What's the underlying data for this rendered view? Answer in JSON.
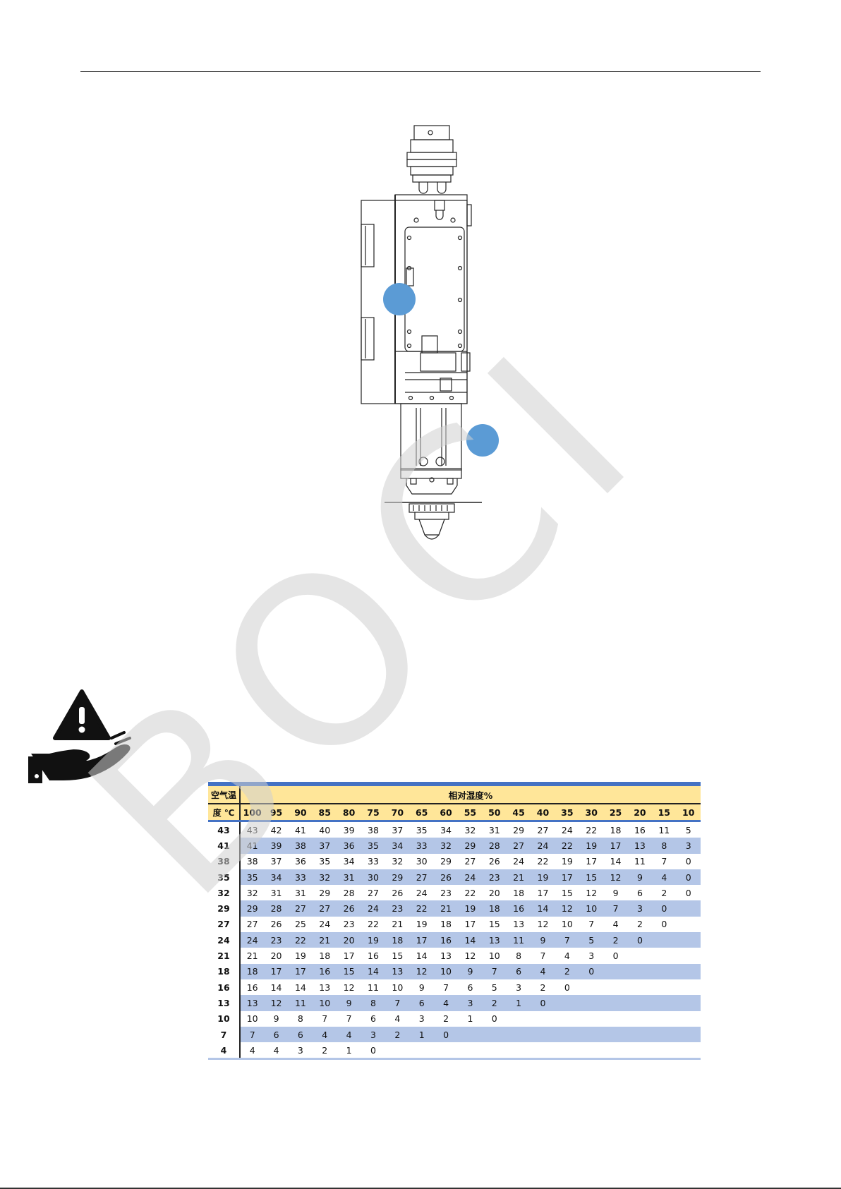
{
  "page": {
    "watermark_text": "BOCI"
  },
  "dew_table": {
    "corner_label_line1": "空气温",
    "corner_label_line2": "度 ℃",
    "header_title": "相对湿度%",
    "humidity_columns": [
      "100",
      "95",
      "90",
      "85",
      "80",
      "75",
      "70",
      "65",
      "60",
      "55",
      "50",
      "45",
      "40",
      "35",
      "30",
      "25",
      "20",
      "15",
      "10"
    ],
    "rows": [
      {
        "temp": "43",
        "values": [
          "43",
          "42",
          "41",
          "40",
          "39",
          "38",
          "37",
          "35",
          "34",
          "32",
          "31",
          "29",
          "27",
          "24",
          "22",
          "18",
          "16",
          "11",
          "5"
        ]
      },
      {
        "temp": "41",
        "values": [
          "41",
          "39",
          "38",
          "37",
          "36",
          "35",
          "34",
          "33",
          "32",
          "29",
          "28",
          "27",
          "24",
          "22",
          "19",
          "17",
          "13",
          "8",
          "3"
        ]
      },
      {
        "temp": "38",
        "values": [
          "38",
          "37",
          "36",
          "35",
          "34",
          "33",
          "32",
          "30",
          "29",
          "27",
          "26",
          "24",
          "22",
          "19",
          "17",
          "14",
          "11",
          "7",
          "0"
        ]
      },
      {
        "temp": "35",
        "values": [
          "35",
          "34",
          "33",
          "32",
          "31",
          "30",
          "29",
          "27",
          "26",
          "24",
          "23",
          "21",
          "19",
          "17",
          "15",
          "12",
          "9",
          "4",
          "0"
        ]
      },
      {
        "temp": "32",
        "values": [
          "32",
          "31",
          "31",
          "29",
          "28",
          "27",
          "26",
          "24",
          "23",
          "22",
          "20",
          "18",
          "17",
          "15",
          "12",
          "9",
          "6",
          "2",
          "0"
        ]
      },
      {
        "temp": "29",
        "values": [
          "29",
          "28",
          "27",
          "27",
          "26",
          "24",
          "23",
          "22",
          "21",
          "19",
          "18",
          "16",
          "14",
          "12",
          "10",
          "7",
          "3",
          "0",
          ""
        ]
      },
      {
        "temp": "27",
        "values": [
          "27",
          "26",
          "25",
          "24",
          "23",
          "22",
          "21",
          "19",
          "18",
          "17",
          "15",
          "13",
          "12",
          "10",
          "7",
          "4",
          "2",
          "0",
          ""
        ]
      },
      {
        "temp": "24",
        "values": [
          "24",
          "23",
          "22",
          "21",
          "20",
          "19",
          "18",
          "17",
          "16",
          "14",
          "13",
          "11",
          "9",
          "7",
          "5",
          "2",
          "0",
          "",
          ""
        ]
      },
      {
        "temp": "21",
        "values": [
          "21",
          "20",
          "19",
          "18",
          "17",
          "16",
          "15",
          "14",
          "13",
          "12",
          "10",
          "8",
          "7",
          "4",
          "3",
          "0",
          "",
          "",
          ""
        ]
      },
      {
        "temp": "18",
        "values": [
          "18",
          "17",
          "17",
          "16",
          "15",
          "14",
          "13",
          "12",
          "10",
          "9",
          "7",
          "6",
          "4",
          "2",
          "0",
          "",
          "",
          "",
          ""
        ]
      },
      {
        "temp": "16",
        "values": [
          "16",
          "14",
          "14",
          "13",
          "12",
          "11",
          "10",
          "9",
          "7",
          "6",
          "5",
          "3",
          "2",
          "0",
          "",
          "",
          "",
          "",
          ""
        ]
      },
      {
        "temp": "13",
        "values": [
          "13",
          "12",
          "11",
          "10",
          "9",
          "8",
          "7",
          "6",
          "4",
          "3",
          "2",
          "1",
          "0",
          "",
          "",
          "",
          "",
          "",
          ""
        ]
      },
      {
        "temp": "10",
        "values": [
          "10",
          "9",
          "8",
          "7",
          "7",
          "6",
          "4",
          "3",
          "2",
          "1",
          "0",
          "",
          "",
          "",
          "",
          "",
          "",
          "",
          ""
        ]
      },
      {
        "temp": "7",
        "values": [
          "7",
          "6",
          "6",
          "4",
          "4",
          "3",
          "2",
          "1",
          "0",
          "",
          "",
          "",
          "",
          "",
          "",
          "",
          "",
          "",
          ""
        ]
      },
      {
        "temp": "4",
        "values": [
          "4",
          "4",
          "3",
          "2",
          "1",
          "0",
          "",
          "",
          "",
          "",
          "",
          "",
          "",
          "",
          "",
          "",
          "",
          "",
          ""
        ]
      }
    ]
  },
  "colors": {
    "header_fill": "#ffe699",
    "band_fill": "#b4c6e7",
    "accent_blue": "#4472c4",
    "marker_blue": "#5b9bd5",
    "watermark": "#e3e3e3"
  }
}
